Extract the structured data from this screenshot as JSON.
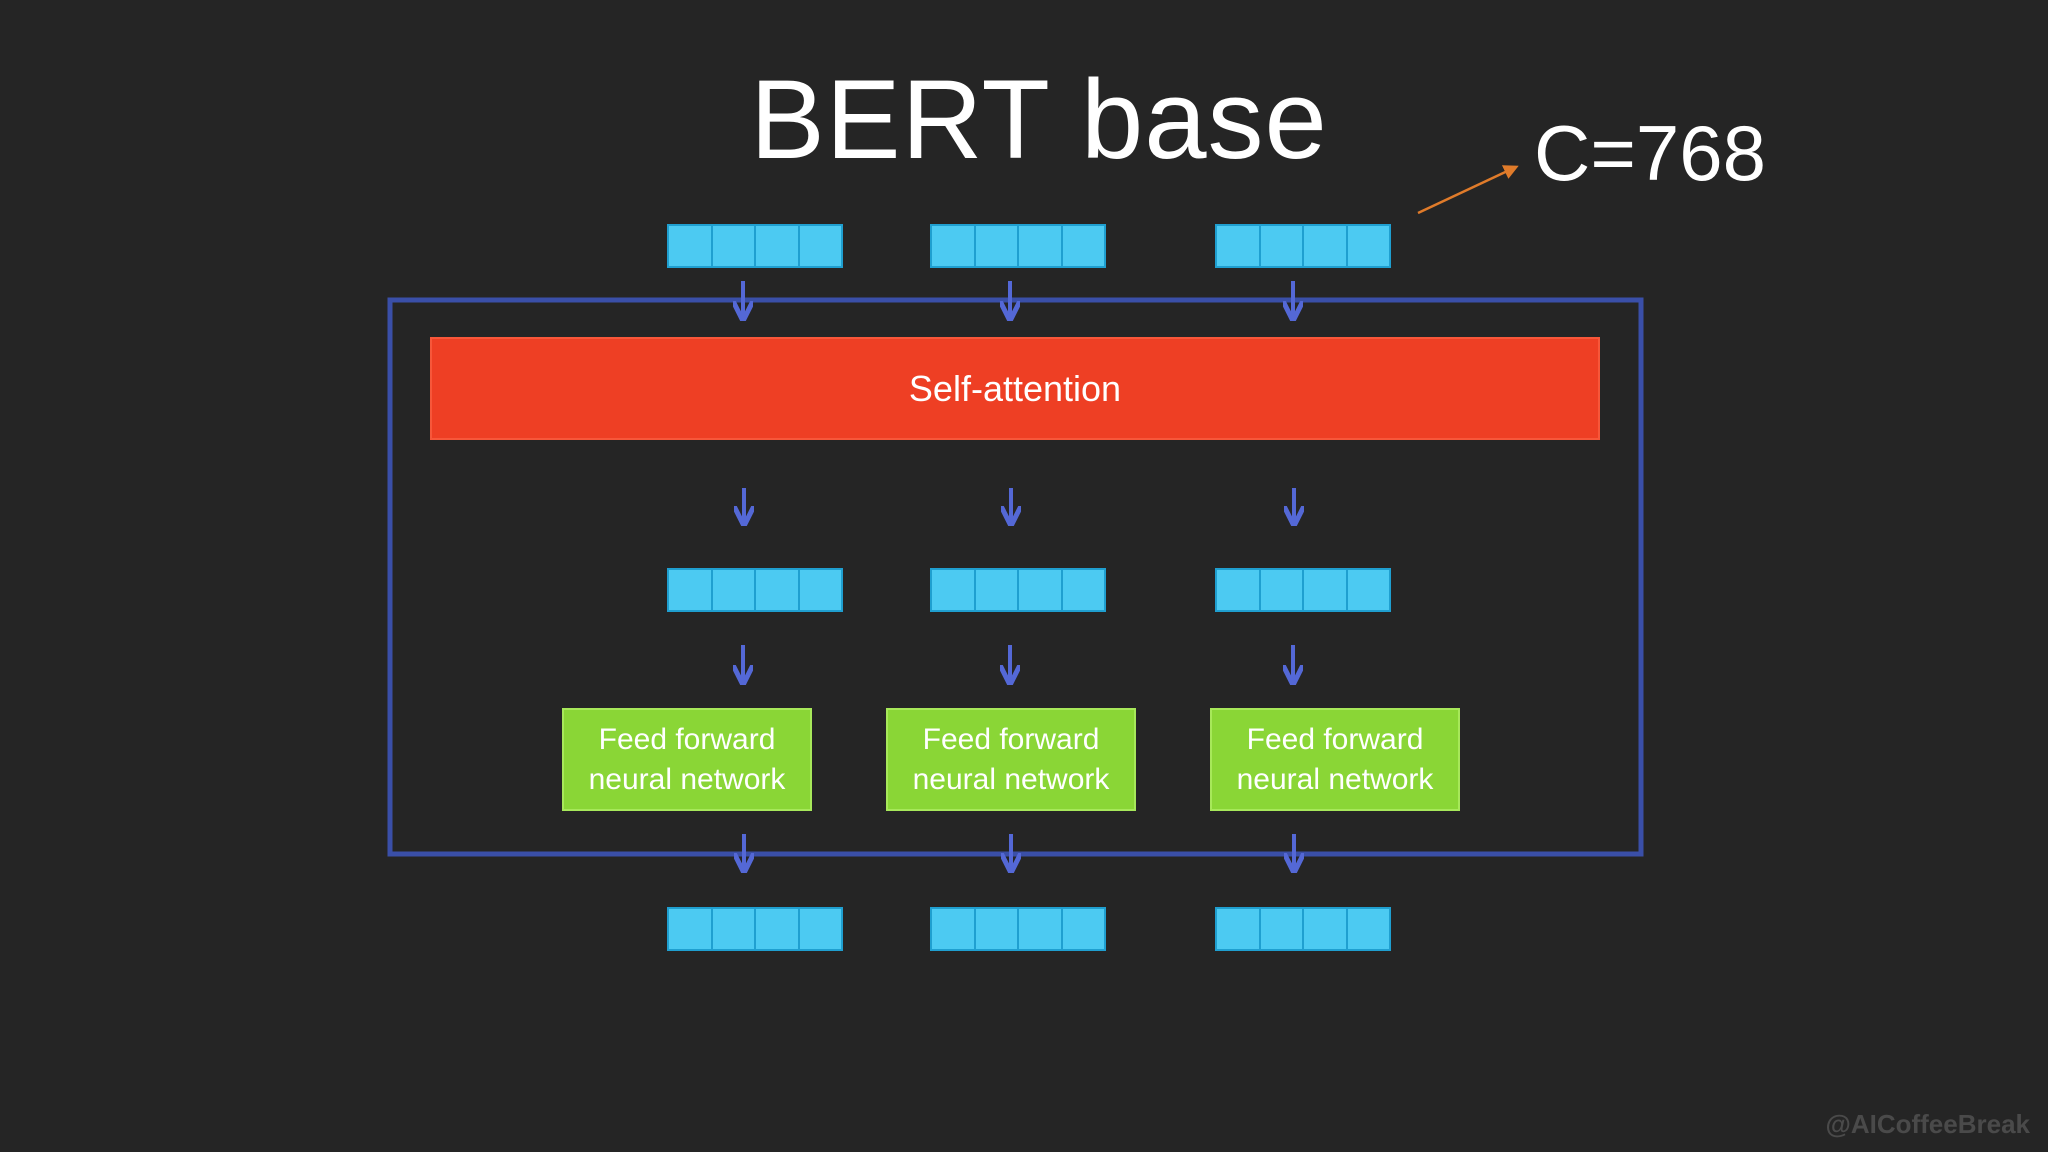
{
  "title": "BERT base",
  "annotation": "C=768",
  "self_attention_label": "Self-attention",
  "ffn_blocks": [
    {
      "line1": "Feed forward",
      "line2": "neural network"
    },
    {
      "line1": "Feed forward",
      "line2": "neural network"
    },
    {
      "line1": "Feed forward",
      "line2": "neural network"
    }
  ],
  "vector_cells": 4,
  "colors": {
    "background": "#252525",
    "encoder_border": "#3a4fa8",
    "arrow": "#5468d6",
    "self_attention": "#ee3f24",
    "ffn": "#8ad636",
    "vector_cell": "#4ccaf2",
    "annotation_arrow": "#e07b2a"
  },
  "watermark": "@AICoffeeBreak"
}
